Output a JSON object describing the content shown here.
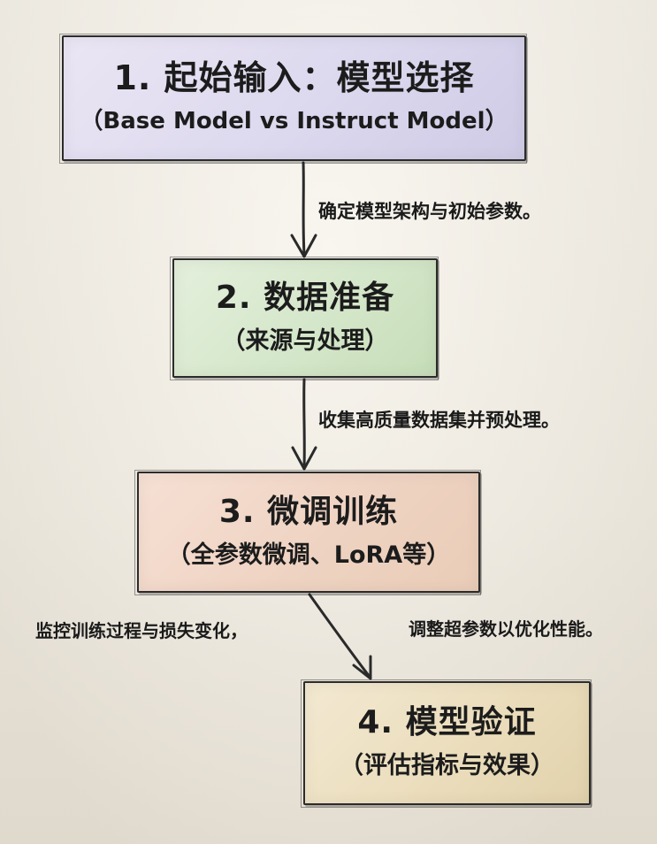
{
  "steps": [
    {
      "title": "1. 起始输入：模型选择",
      "subtitle": "（Base Model vs Instruct Model）",
      "color": "#dcd8ee"
    },
    {
      "title": "2. 数据准备",
      "subtitle": "（来源与处理）",
      "color": "#d3e6c8"
    },
    {
      "title": "3. 微调训练",
      "subtitle": "（全参数微调、LoRA等）",
      "color": "#efd3c2"
    },
    {
      "title": "4. 模型验证",
      "subtitle": "（评估指标与效果）",
      "color": "#eadcba"
    }
  ],
  "annotations": {
    "step1_to_2": "确定模型架构与初始参数。",
    "step2_to_3": "收集高质量数据集并预处理。",
    "step3_to_4_left": "监控训练过程与损失变化，",
    "step3_to_4_right": "调整超参数以优化性能。"
  },
  "arrow_color": "#2a2a2a"
}
